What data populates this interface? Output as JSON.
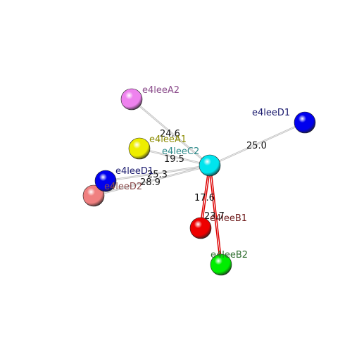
{
  "center": {
    "label": "e4leeC2",
    "color": "#00e5ee",
    "label_color": "#2e8b8b"
  },
  "nodes": [
    {
      "id": "A2",
      "label": "e4leeA2",
      "color": "#ee82ee",
      "label_color": "#8b4c8b",
      "distance": "24.6",
      "bond_color": "#cccccc"
    },
    {
      "id": "A1",
      "label": "e4leeA1",
      "color": "#eeee00",
      "label_color": "#8b8b00",
      "distance": "19.5",
      "bond_color": "#cccccc"
    },
    {
      "id": "D1a",
      "label": "e4leeD1",
      "color": "#0000ee",
      "label_color": "#1a1a6e",
      "distance": "25.0",
      "bond_color": "#cccccc"
    },
    {
      "id": "D1b",
      "label": "e4leeD1",
      "color": "#0000ee",
      "label_color": "#1a1a6e",
      "distance": "25.3",
      "bond_color": "#cccccc"
    },
    {
      "id": "D2",
      "label": "e4leeD2",
      "color": "#f08080",
      "label_color": "#8b4c4c",
      "distance": "28.9",
      "bond_color": "#cccccc"
    },
    {
      "id": "B1",
      "label": "e4leeB1",
      "color": "#ee0000",
      "label_color": "#6e1a1a",
      "distance": "17.6",
      "bond_color": "#dd0000"
    },
    {
      "id": "B2",
      "label": "e4leeB2",
      "color": "#00ee00",
      "label_color": "#2e6e2e",
      "distance": "23.7",
      "bond_color": "#dd0000"
    }
  ]
}
